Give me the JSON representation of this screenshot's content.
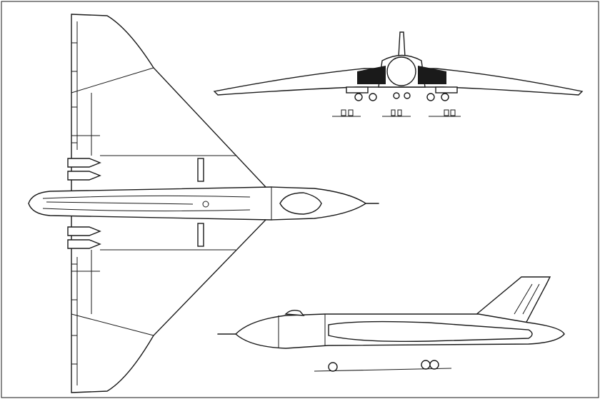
{
  "drawing": {
    "line_color": "#1a1a1a",
    "background_color": "#ffffff",
    "views": [
      "plan",
      "front",
      "side"
    ]
  }
}
